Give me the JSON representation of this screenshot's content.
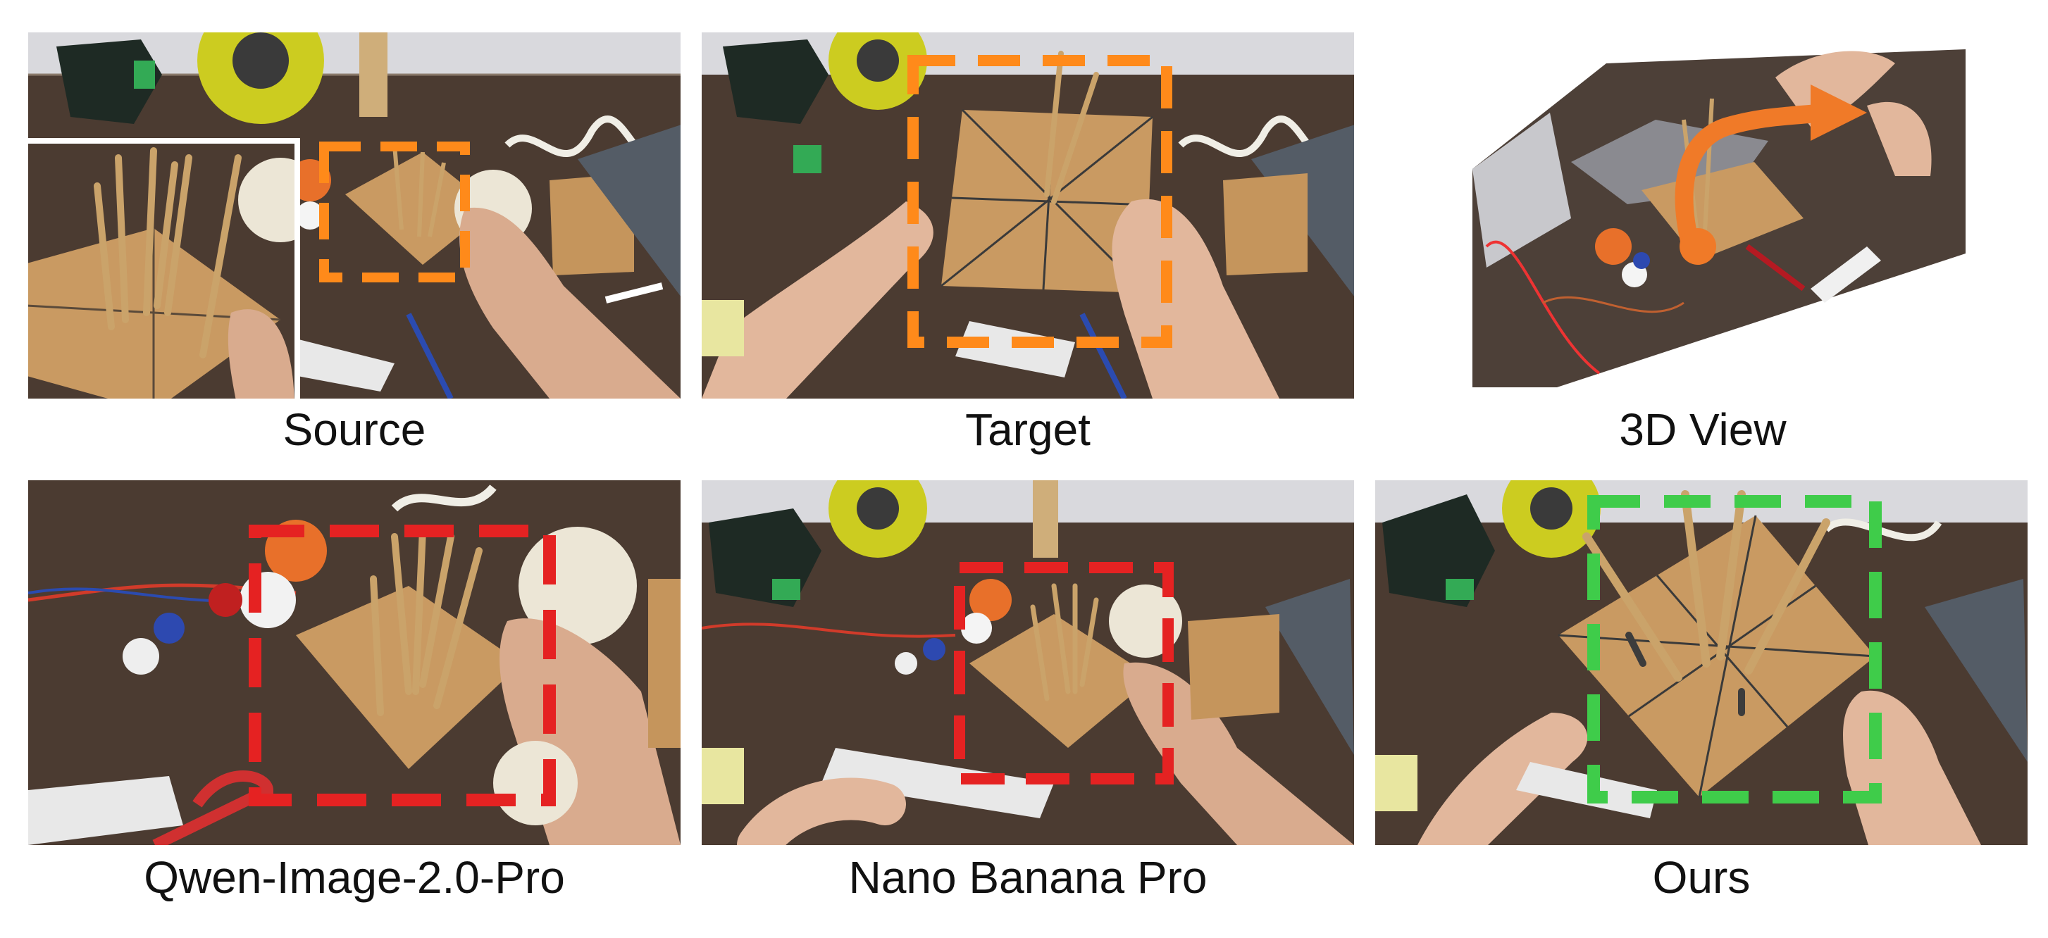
{
  "figure": {
    "panels": [
      {
        "id": "source",
        "caption": "Source",
        "box": "dashed",
        "box_color": "#ff8a1a"
      },
      {
        "id": "target",
        "caption": "Target",
        "box": "dashed",
        "box_color": "#ff8a1a"
      },
      {
        "id": "view3d",
        "caption": "3D View",
        "arrow_color": "#f07a28"
      },
      {
        "id": "qwen",
        "caption": "Qwen-Image-2.0-Pro",
        "box": "dashed",
        "box_color": "#e52222"
      },
      {
        "id": "nano",
        "caption": "Nano Banana Pro",
        "box": "dashed",
        "box_color": "#e52222"
      },
      {
        "id": "ours",
        "caption": "Ours",
        "box": "dashed",
        "box_color": "#3fcc4a"
      }
    ],
    "scene_colors": {
      "table": "#4a3a30",
      "wood": "#c99a62",
      "wall": "#d8d8dc",
      "skin": "#e2b79c"
    }
  }
}
